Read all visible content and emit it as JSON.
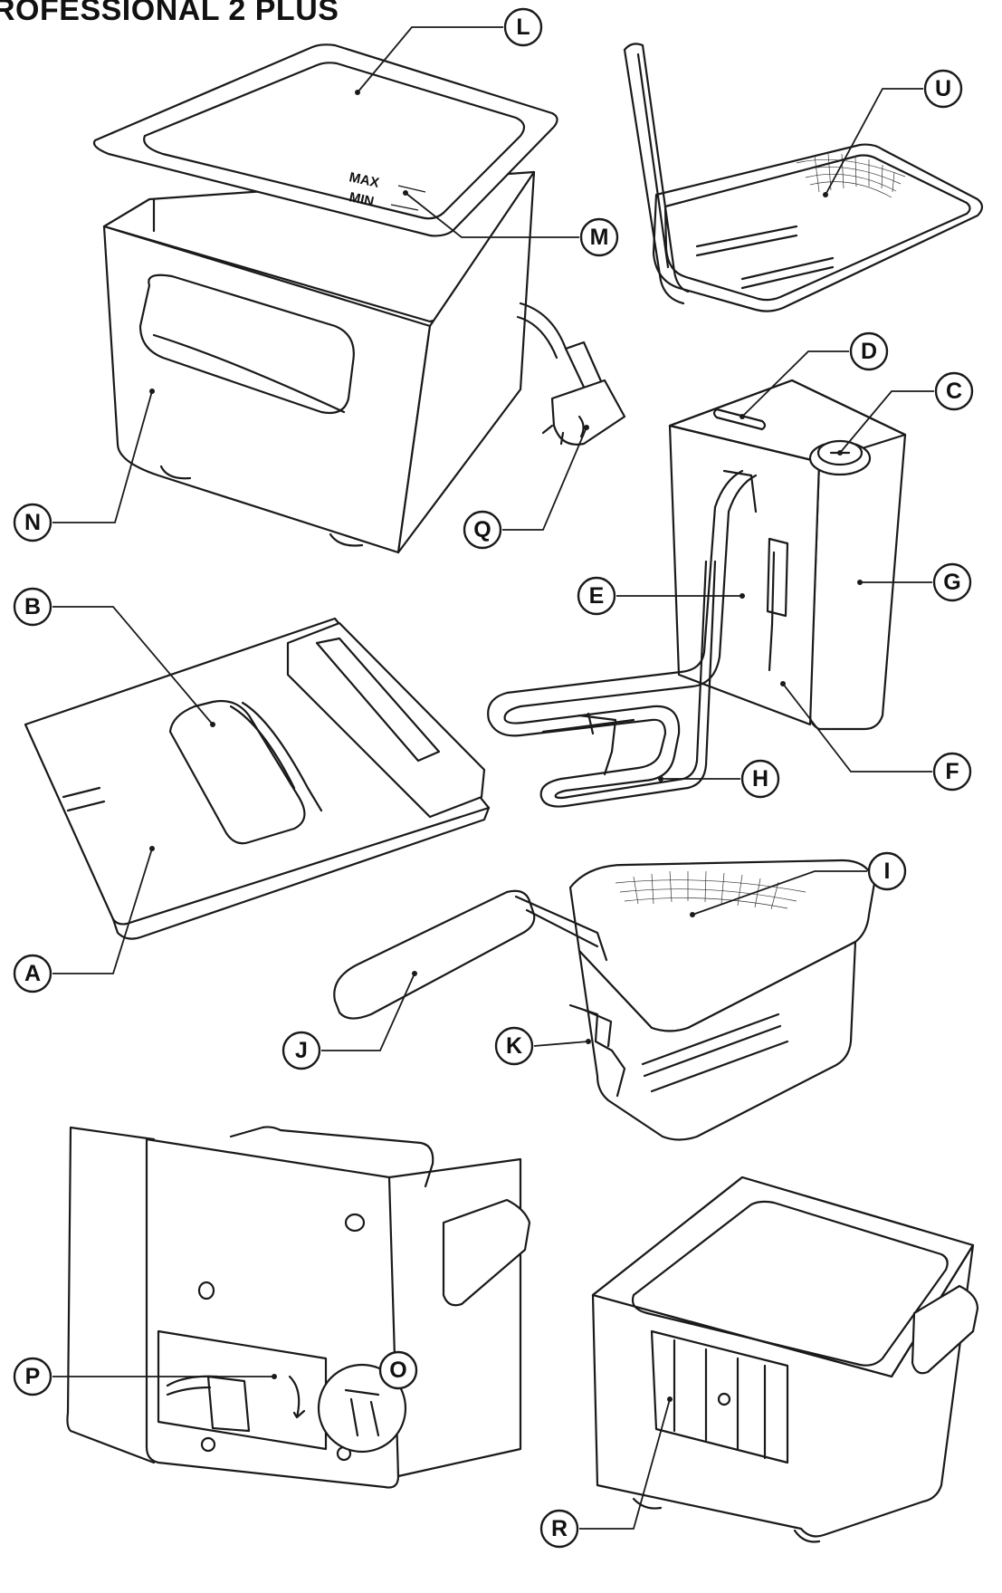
{
  "title": "ROFESSIONAL 2 PLUS",
  "fill_labels": {
    "max": "MAX",
    "min": "MIN"
  },
  "callouts": {
    "L": "L",
    "M": "M",
    "U": "U",
    "D": "D",
    "C": "C",
    "N": "N",
    "Q": "Q",
    "E": "E",
    "G": "G",
    "B": "B",
    "A": "A",
    "H": "H",
    "F": "F",
    "I": "I",
    "J": "J",
    "K": "K",
    "P": "P",
    "O": "O",
    "R": "R"
  }
}
